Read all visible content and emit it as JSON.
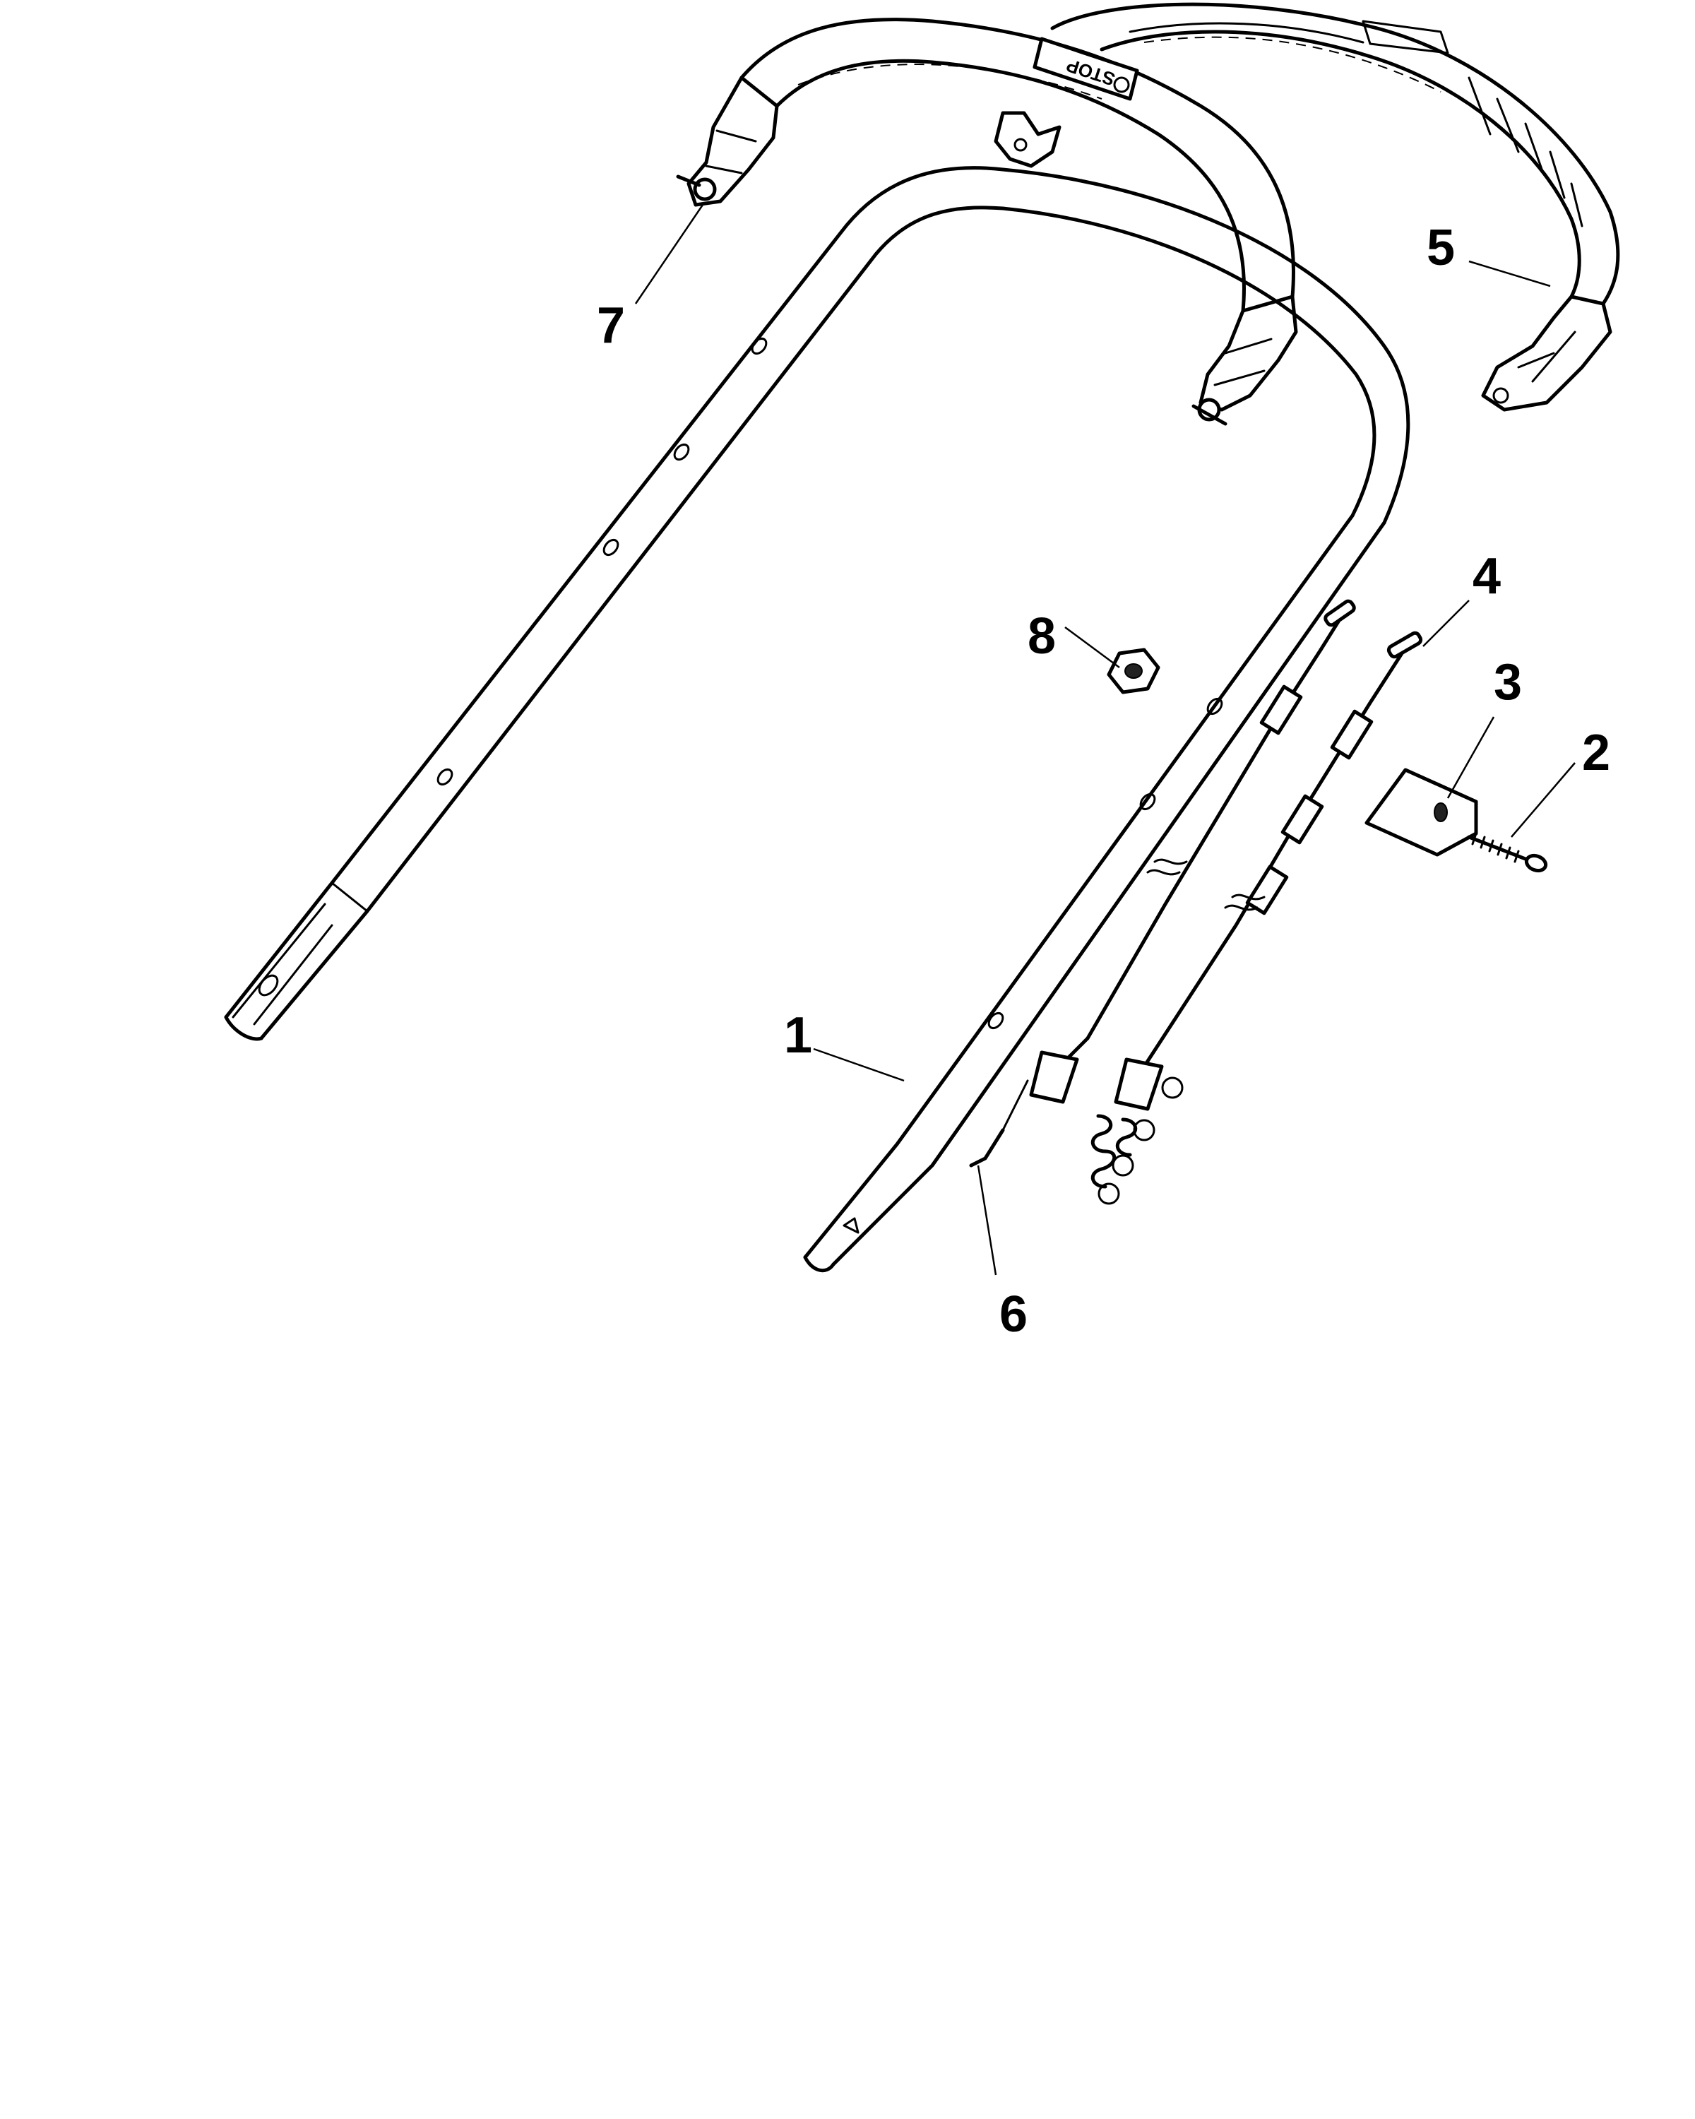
{
  "callouts": [
    {
      "id": "1",
      "label": "1"
    },
    {
      "id": "2",
      "label": "2"
    },
    {
      "id": "3",
      "label": "3"
    },
    {
      "id": "4",
      "label": "4"
    },
    {
      "id": "5",
      "label": "5"
    },
    {
      "id": "6",
      "label": "6"
    },
    {
      "id": "7",
      "label": "7"
    },
    {
      "id": "8",
      "label": "8"
    }
  ],
  "stop_label": "STOP"
}
